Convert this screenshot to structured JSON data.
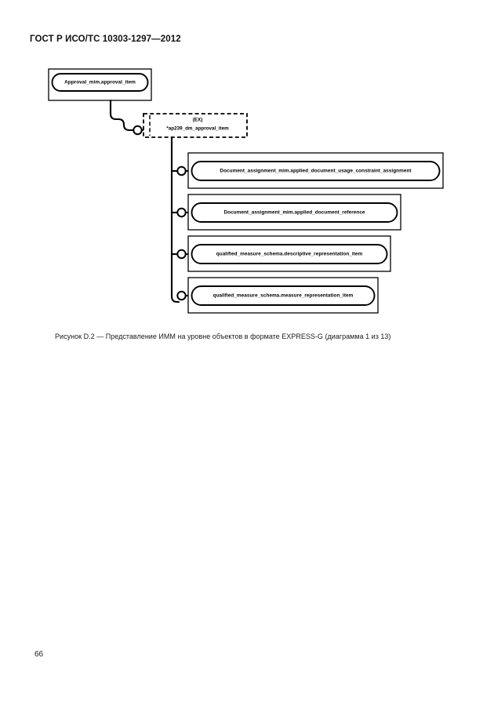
{
  "document": {
    "header": "ГОСТ Р ИСО/ТС 10303-1297—2012",
    "page_number": "66",
    "caption": "Рисунок  D.2 — Представление ИММ на уровне объектов в формате EXPRESS-G (диаграмма 1 из 13)"
  },
  "diagram": {
    "type": "EXPRESS-G entity-level diagram",
    "line_color": "#000000",
    "fill_color": "#ffffff",
    "root": {
      "name": "root-entity",
      "label": "Approval_mim.approval_item",
      "style": "solid"
    },
    "select": {
      "name": "ex-select-node",
      "tag": "(EX)",
      "label": "*ap239_dm_approval_item",
      "style": "dashed"
    },
    "children": [
      {
        "name": "entity-applied-document-usage-constraint-assignment",
        "label": "Document_assignment_mim.applied_document_usage_constraint_assignment",
        "style": "solid"
      },
      {
        "name": "entity-applied-document-reference",
        "label": "Document_assignment_mim.applied_document_reference",
        "style": "solid"
      },
      {
        "name": "entity-descriptive-representation-item",
        "label": "qualified_measure_schema.descriptive_representation_item",
        "style": "solid"
      },
      {
        "name": "entity-measure-representation-item",
        "label": "qualified_measure_schema.measure_representation_item",
        "style": "solid"
      }
    ]
  }
}
